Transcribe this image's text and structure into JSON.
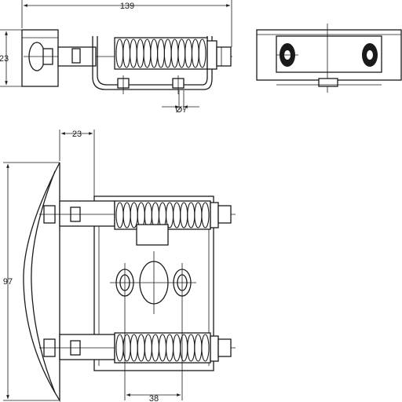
{
  "dimensions": {
    "top_width": "139",
    "top_height": "23",
    "hole_diameter": "Ø7",
    "plan_offset": "23",
    "plan_height": "97",
    "hole_spacing": "38"
  }
}
